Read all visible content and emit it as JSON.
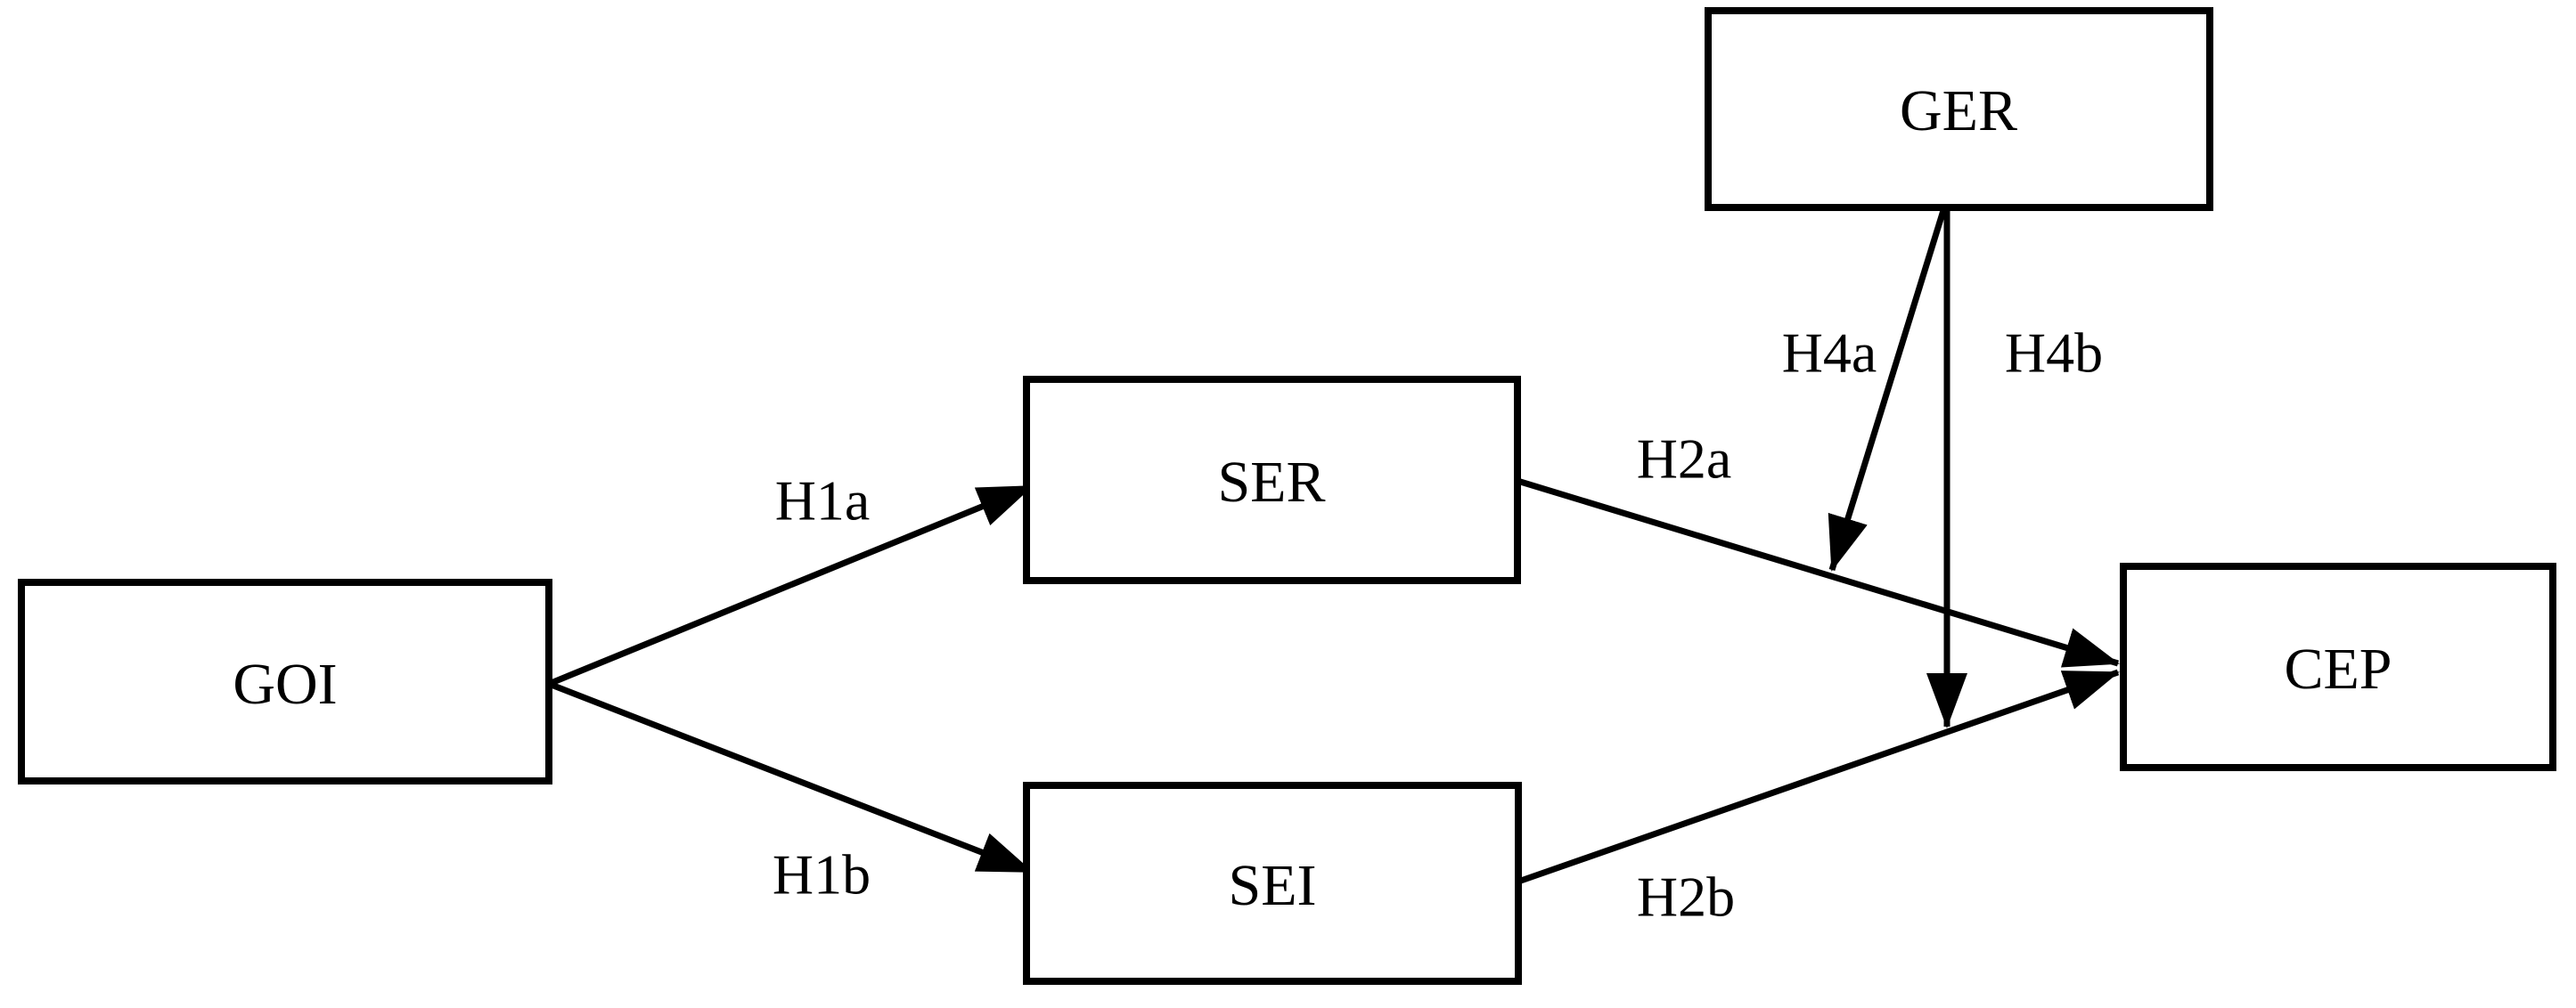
{
  "figure": {
    "type": "path-model-diagram",
    "background_color": "#ffffff",
    "line_color": "#000000",
    "nodes": [
      {
        "id": "goi",
        "label": "GOI"
      },
      {
        "id": "ser",
        "label": "SER"
      },
      {
        "id": "sei",
        "label": "SEI"
      },
      {
        "id": "ger",
        "label": "GER"
      },
      {
        "id": "cep",
        "label": "CEP"
      }
    ],
    "edges": [
      {
        "id": "h1a",
        "from": "GOI",
        "to": "SER",
        "label": "H1a"
      },
      {
        "id": "h1b",
        "from": "GOI",
        "to": "SEI",
        "label": "H1b"
      },
      {
        "id": "h2a",
        "from": "SER",
        "to": "CEP",
        "label": "H2a"
      },
      {
        "id": "h2b",
        "from": "SEI",
        "to": "CEP",
        "label": "H2b"
      },
      {
        "id": "h4a",
        "from": "GER",
        "to": "SER-CEP path",
        "label": "H4a"
      },
      {
        "id": "h4b",
        "from": "GER",
        "to": "SEI-CEP path",
        "label": "H4b"
      }
    ]
  }
}
